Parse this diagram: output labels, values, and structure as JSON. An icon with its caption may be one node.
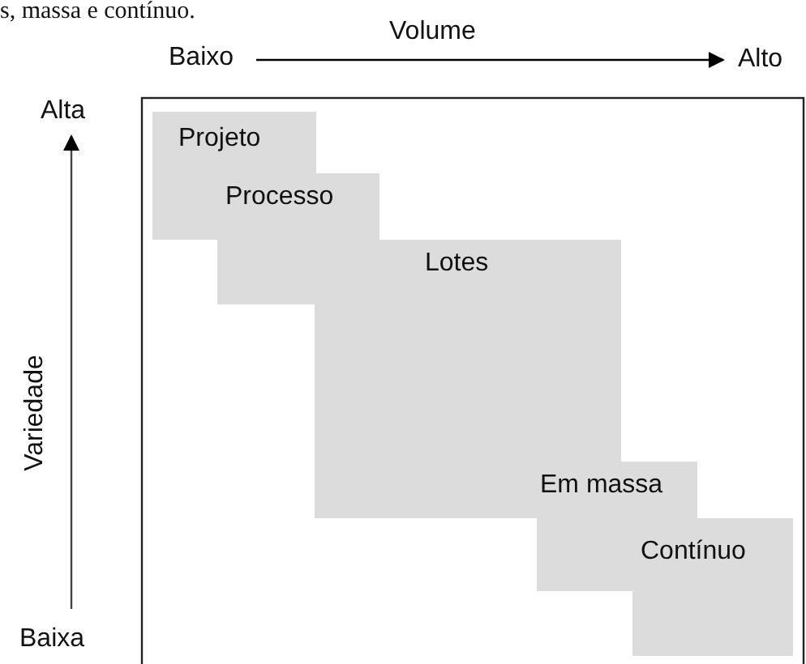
{
  "diagram": {
    "nodes": [
      {
        "text": [
          "Projeto"
        ]
      },
      {
        "text": [
          "Processo"
        ]
      },
      {
        "text": [
          "Lotes"
        ]
      },
      {
        "text": [
          "Em massa"
        ]
      },
      {
        "text": [
          "Contínuo"
        ]
      }
    ],
    "labels": [
      "s, massa e contínuo.",
      "Volume",
      "Baixo",
      "Alto",
      "Alta",
      "Variedade",
      "Baixa"
    ]
  }
}
